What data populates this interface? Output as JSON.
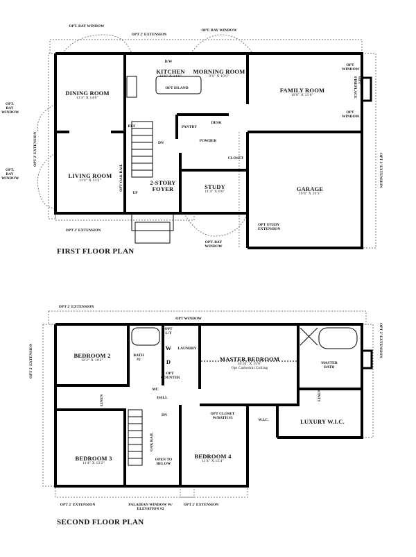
{
  "first_floor": {
    "title": "FIRST FLOOR PLAN",
    "rooms": {
      "dining": {
        "name": "DINING ROOM",
        "size": "11'4\" X 14'0\""
      },
      "kitchen": {
        "name": "KITCHEN",
        "size": "13'6\" X 14'0\""
      },
      "morning": {
        "name": "MORNING ROOM",
        "size": "9'6\" X 10'0\""
      },
      "family": {
        "name": "FAMILY ROOM",
        "size": "19'8\" X 15'6\""
      },
      "living": {
        "name": "LIVING ROOM",
        "size": "11'4\" X 13'2\""
      },
      "foyer": {
        "name": "2-STORY FOYER"
      },
      "study": {
        "name": "STUDY",
        "size": "11'4\" X 8'6\""
      },
      "garage": {
        "name": "GARAGE",
        "size": "19'8\" X 20'3\""
      }
    },
    "labels": {
      "opt_bay_window": "OPT. BAY WINDOW",
      "opt_2_extension": "OPT 2' EXTENSION",
      "dw": "D/W",
      "opt_island": "OPT ISLAND",
      "ref": "REF",
      "pantry": "PANTRY",
      "desk": "DESK",
      "powder": "POWDER",
      "closet": "CLOSET",
      "dn": "DN",
      "up": "UP",
      "opt_oak_rail": "OPT OAK RAIL",
      "opt_window": "OPT WINDOW",
      "opt_fireplace": "OPT FIREPLACE",
      "opt_study_extension": "OPT STUDY EXTENSION"
    }
  },
  "second_floor": {
    "title": "SECOND FLOOR PLAN",
    "rooms": {
      "bedroom2": {
        "name": "BEDROOM 2",
        "size": "12'2\" X 10'2\""
      },
      "bath2": {
        "name": "BATH #2"
      },
      "laundry": {
        "name": "LAUNDRY"
      },
      "master": {
        "name": "MASTER BEDROOM",
        "size": "16'10\" X 15'6\"",
        "note": "Opt Cathedral Ceiling"
      },
      "master_bath": {
        "name": "MASTER BATH"
      },
      "hall": {
        "name": "HALL"
      },
      "wic": {
        "name": "W.I.C."
      },
      "luxury_wic": {
        "name": "LUXURY W.I.C."
      },
      "bedroom3": {
        "name": "BEDROOM 3",
        "size": "11'4\" X 12'2\""
      },
      "open_below": {
        "name": "OPEN TO BELOW"
      },
      "bedroom4": {
        "name": "BEDROOM 4",
        "size": "11'4\" X 15'4\""
      }
    },
    "labels": {
      "opt_2_extension": "OPT 2' EXTENSION",
      "opt_window": "OPT WINDOW",
      "opt_lt": "OPT L/T",
      "w": "W",
      "d": "D",
      "opt_counter": "OPT COUNTER",
      "mc": "MC",
      "linen": "LINEN",
      "dn": "DN",
      "oak_rail": "OAK RAIL",
      "opt_closet": "OPT CLOSET W/BATH #3",
      "paladian": "PALADIAN WINDOW W/ ELEVATION #2"
    }
  }
}
